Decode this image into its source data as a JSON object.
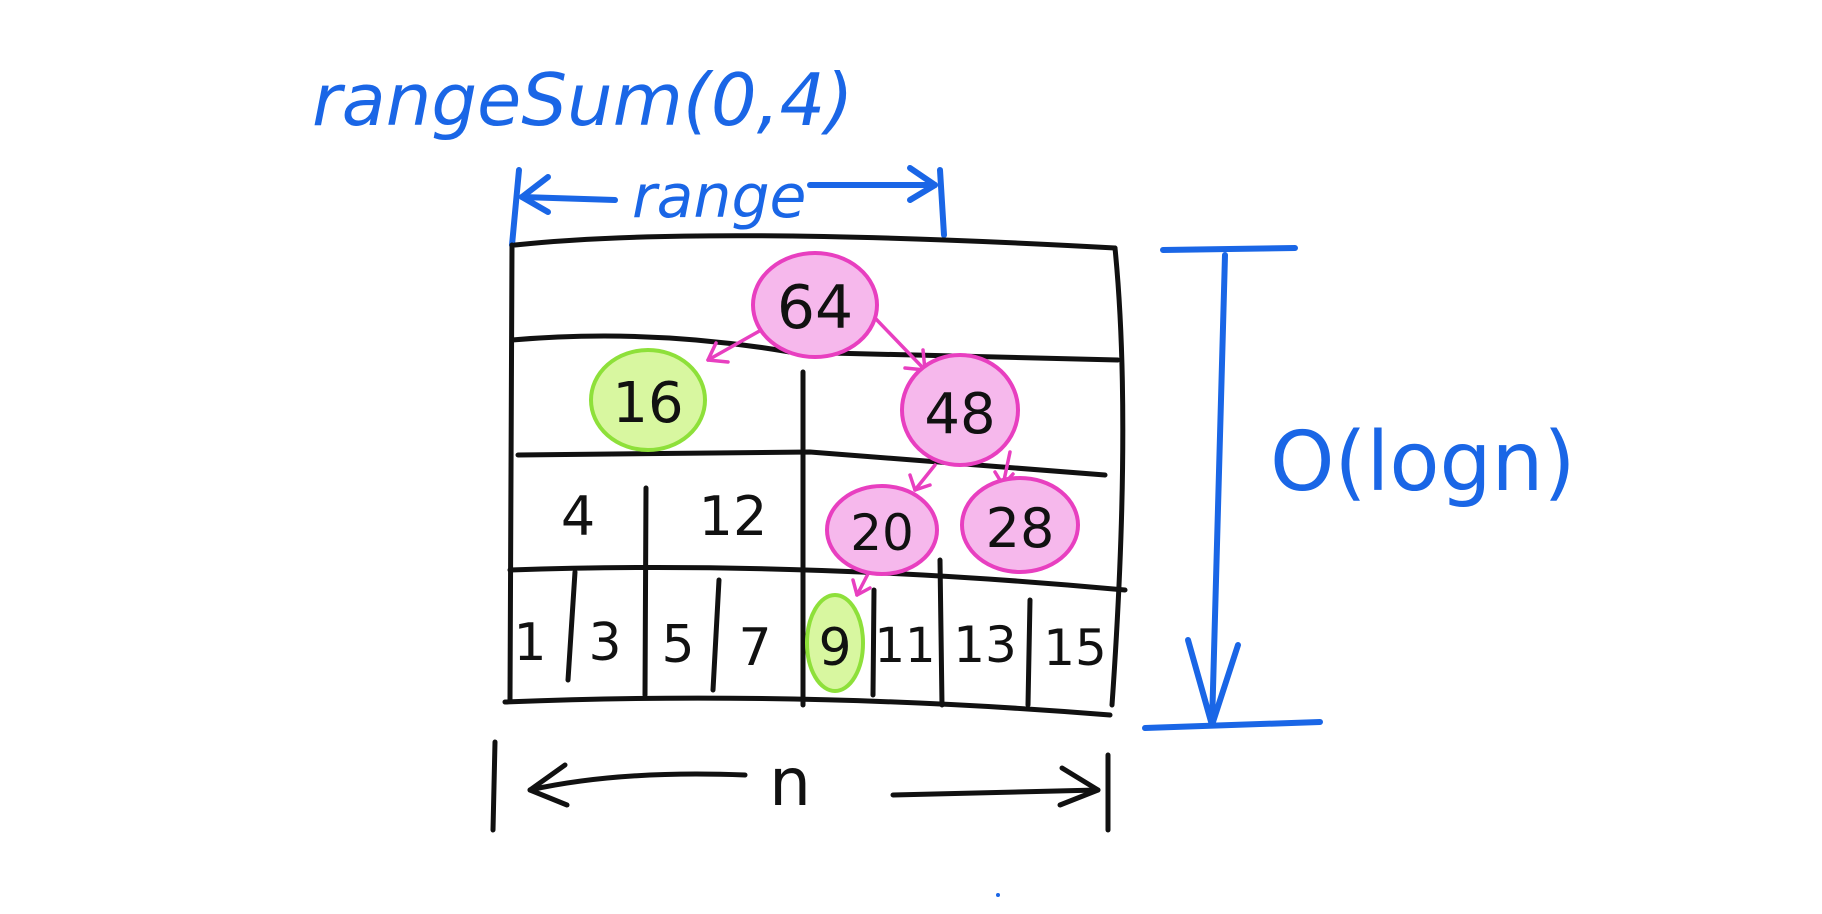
{
  "labels": {
    "call": "rangeSum(0,4)",
    "range": "range",
    "n": "n",
    "complexity": "O(logn)"
  },
  "colors": {
    "blue": "#1a66e6",
    "black": "#111111",
    "pink_fill": "#f6b8ec",
    "pink_stroke": "#e83fc0",
    "green_fill": "#d8f7a0",
    "green_stroke": "#8ee03a"
  },
  "tree": {
    "root": "64",
    "level1": [
      "16",
      "48"
    ],
    "level2": [
      "4",
      "12",
      "20",
      "28"
    ],
    "leaves": [
      "1",
      "3",
      "5",
      "7",
      "9",
      "11",
      "13",
      "15"
    ]
  },
  "highlight": {
    "visited": [
      "64",
      "48",
      "20",
      "28"
    ],
    "used": [
      "16",
      "9"
    ]
  }
}
